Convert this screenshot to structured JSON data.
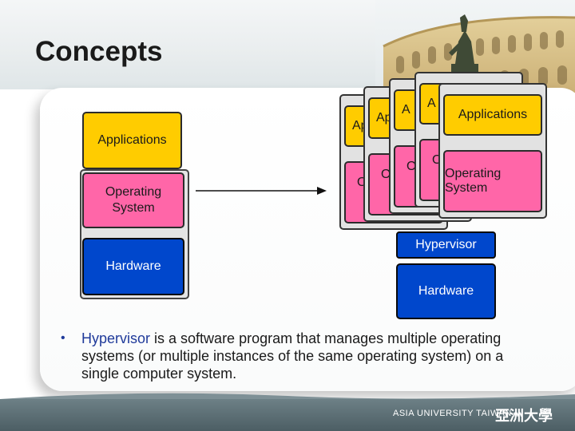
{
  "slide": {
    "title": "Concepts"
  },
  "left_stack": {
    "applications": "Applications",
    "operating_system": "Operating System",
    "hardware": "Hardware"
  },
  "vm_stack": {
    "vm_labels": [
      {
        "app": "Ap",
        "os": "O"
      },
      {
        "app": "Ap",
        "os": "O"
      },
      {
        "app": "A",
        "os": "O"
      },
      {
        "app": "A",
        "os": "O"
      }
    ],
    "front": {
      "app": "Applications",
      "os": "Operating System"
    },
    "hypervisor": "Hypervisor",
    "hardware": "Hardware"
  },
  "bullet": {
    "keyword": "Hypervisor",
    "text": " is a software program that manages multiple operating systems (or multiple instances of the same operating system) on a single computer system."
  },
  "footer": {
    "university": "ASIA UNIVERSITY TAIWAN",
    "logo_text": "亞洲大學"
  },
  "colors": {
    "applications": "#ffcc00",
    "operating_system": "#ff66a8",
    "hardware": "#0047cc",
    "accent_text": "#1f3a9a"
  }
}
